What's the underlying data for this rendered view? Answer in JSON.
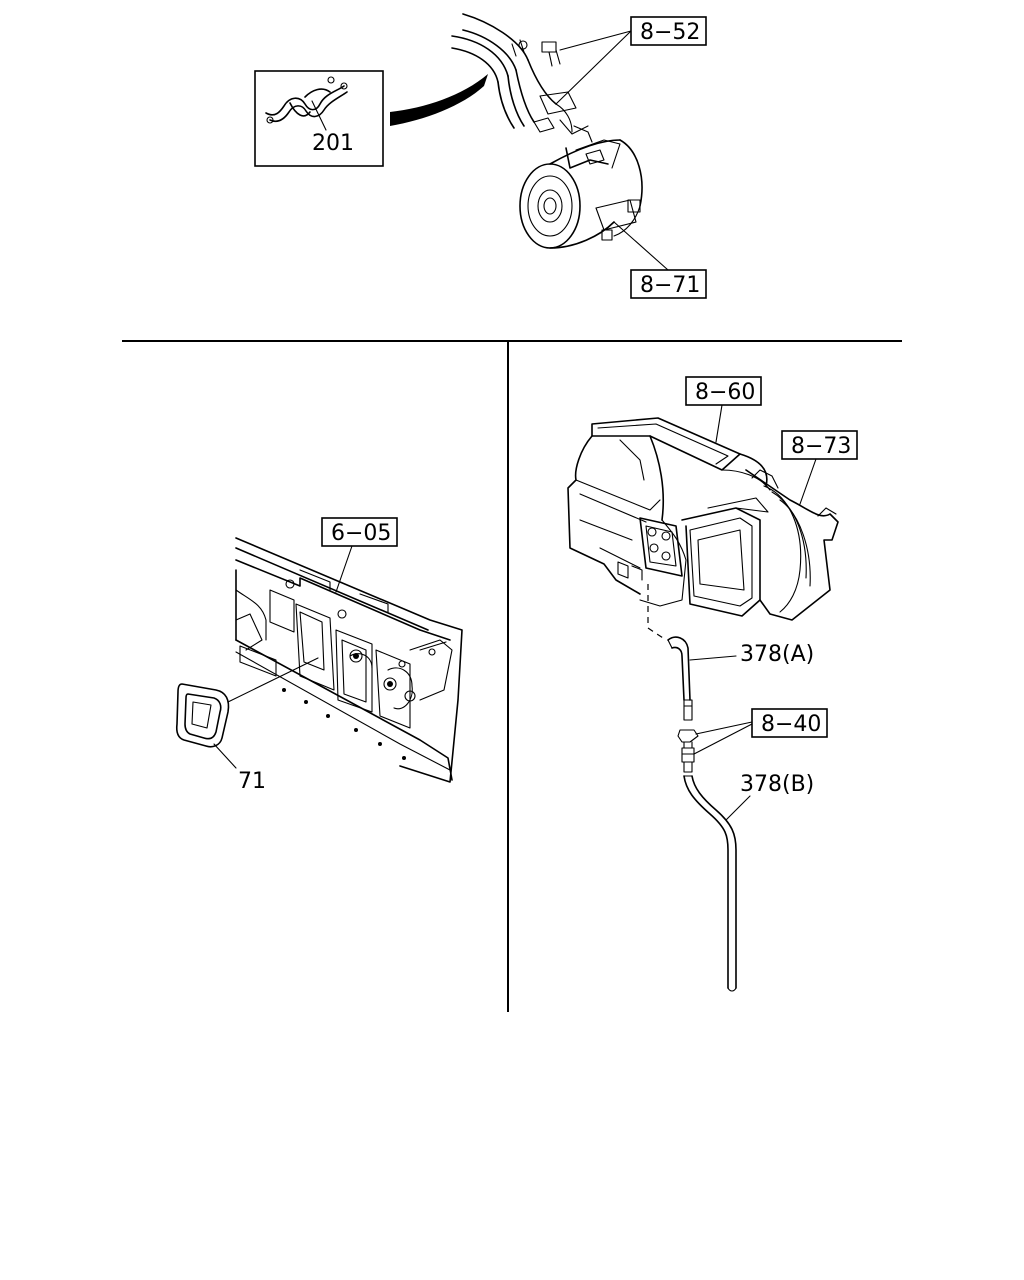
{
  "callouts": {
    "c_8_52": "8−52",
    "c_201": "201",
    "c_8_71": "8−71",
    "c_8_60": "8−60",
    "c_8_73": "8−73",
    "c_6_05": "6−05",
    "c_378a": "378(A)",
    "c_8_40": "8−40",
    "c_378b": "378(B)",
    "c_71": "71"
  },
  "icons": [
    "hose-clamp-icon",
    "compressor-icon",
    "heater-unit-icon",
    "dash-panel-icon",
    "grommet-icon",
    "drain-hose-icon"
  ]
}
